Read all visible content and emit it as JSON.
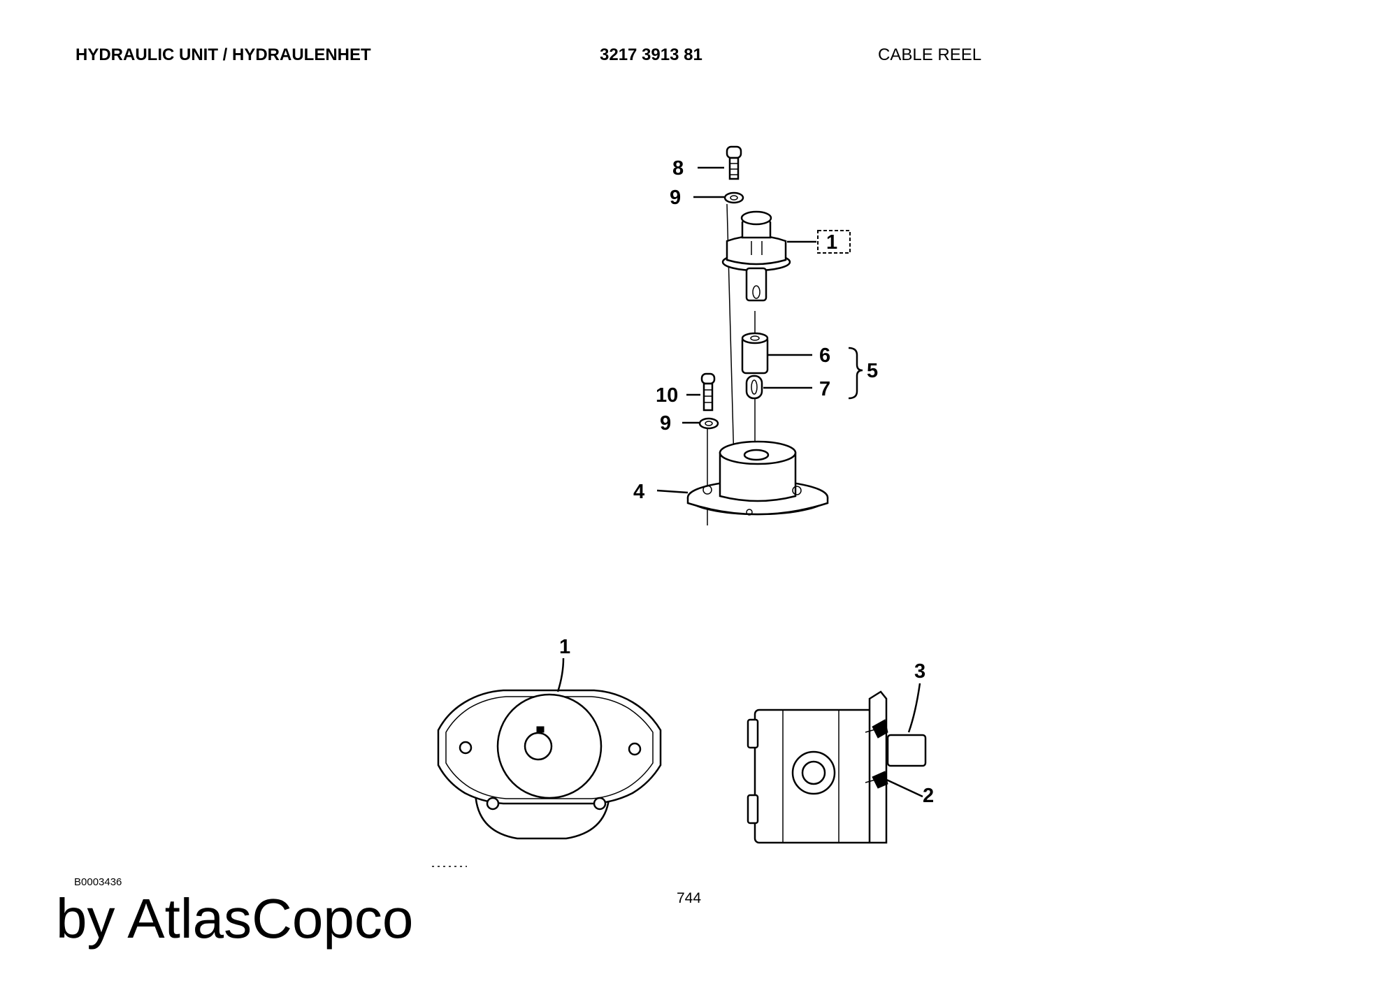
{
  "header": {
    "title": "HYDRAULIC UNIT / HYDRAULENHET",
    "part_number": "3217 3913 81",
    "section": "CABLE REEL"
  },
  "exploded_view": {
    "callouts": [
      "8",
      "9",
      "1",
      "6",
      "7",
      "5",
      "10",
      "9",
      "4"
    ]
  },
  "pump_detail": {
    "callouts": [
      "1",
      "3",
      "2"
    ]
  },
  "footer": {
    "drawing_code": "B0003436",
    "page_number": "744",
    "brand": "by AtlasCopco"
  }
}
